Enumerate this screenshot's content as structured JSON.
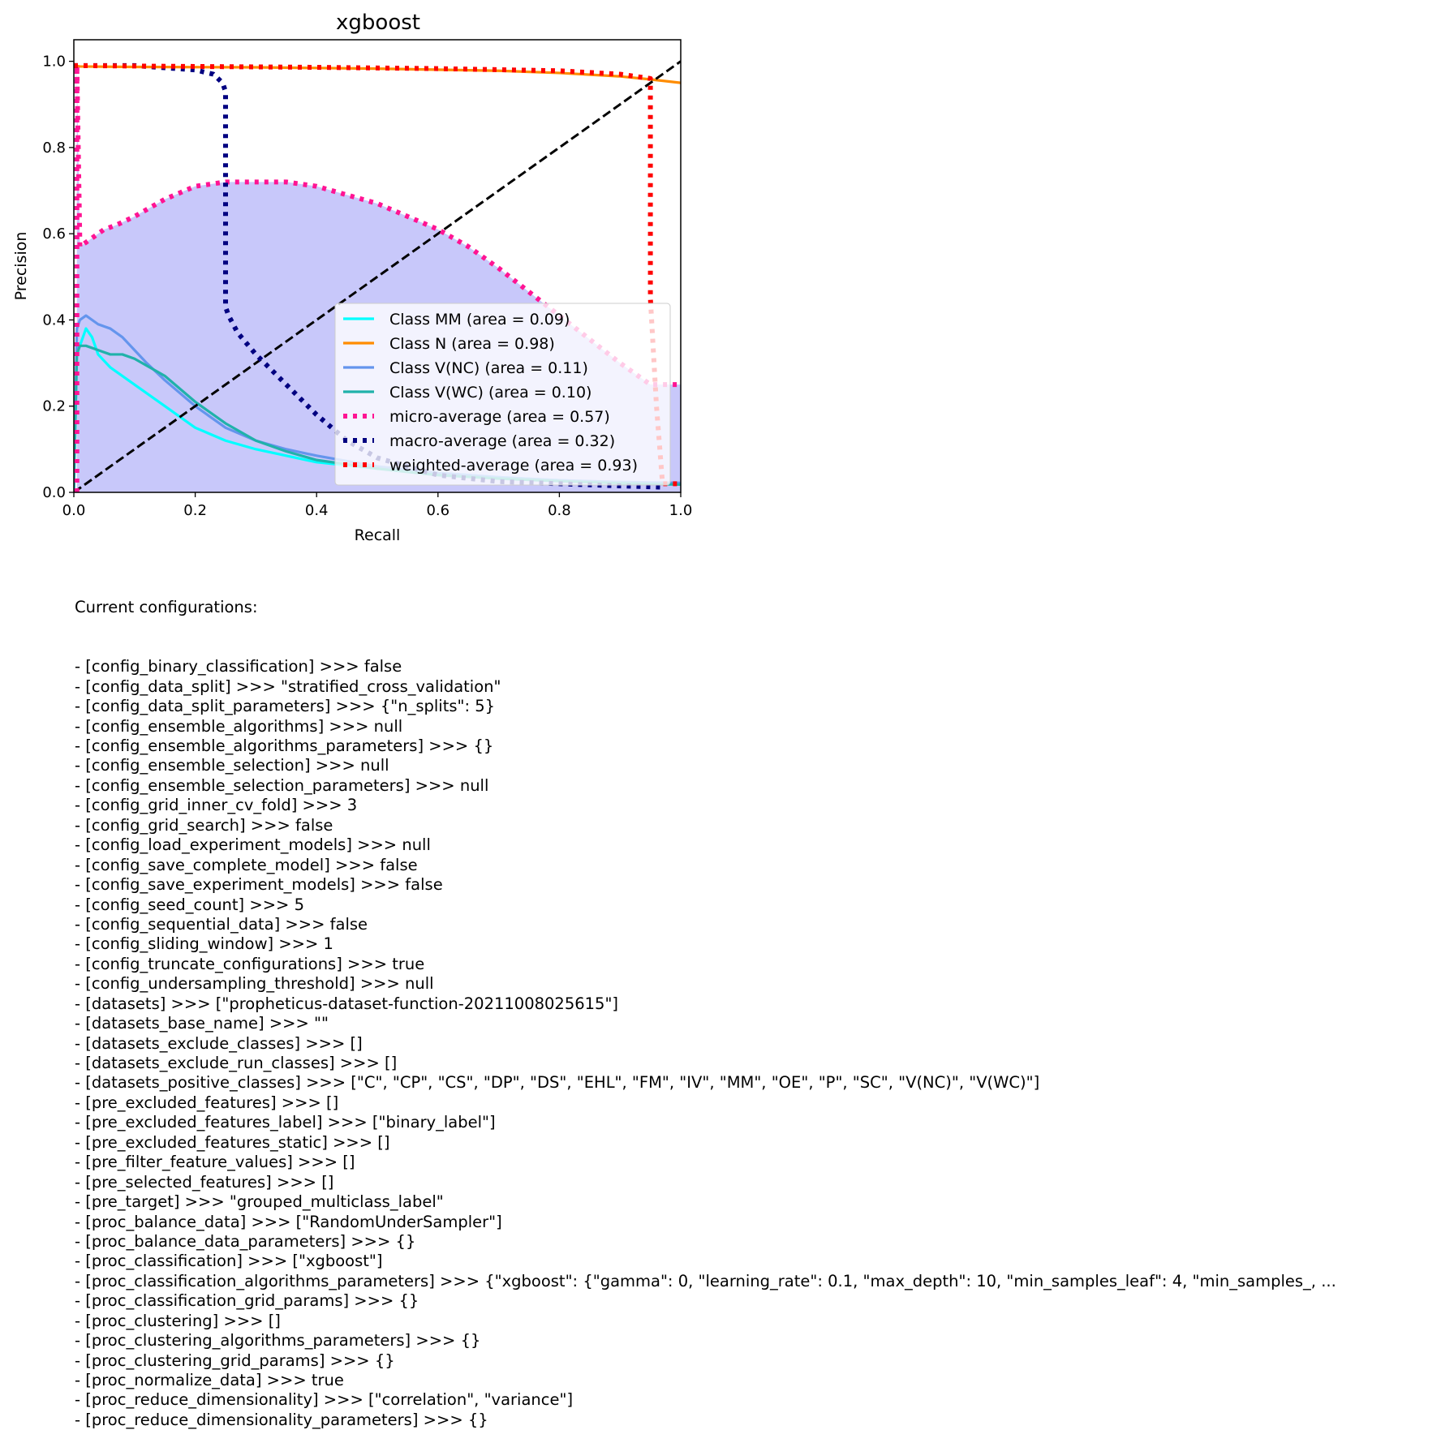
{
  "chart_data": {
    "type": "line",
    "title": "xgboost",
    "xlabel": "Recall",
    "ylabel": "Precision",
    "xlim": [
      0.0,
      1.0
    ],
    "ylim": [
      0.0,
      1.05
    ],
    "xticks": [
      "0.0",
      "0.2",
      "0.4",
      "0.6",
      "0.8",
      "1.0"
    ],
    "yticks": [
      "0.0",
      "0.2",
      "0.4",
      "0.6",
      "0.8",
      "1.0"
    ],
    "grid": false,
    "legend_position": "lower-right",
    "filled_area_color": "#c8c8fa",
    "series": [
      {
        "name": "Class MM (area = 0.09)",
        "color": "#00ffff",
        "style": "solid",
        "x": [
          0.0,
          0.005,
          0.01,
          0.02,
          0.03,
          0.04,
          0.06,
          0.1,
          0.15,
          0.2,
          0.25,
          0.3,
          0.35,
          0.4,
          0.5,
          0.6,
          0.7,
          0.8,
          0.9,
          1.0
        ],
        "y": [
          0.0,
          0.33,
          0.34,
          0.38,
          0.36,
          0.32,
          0.29,
          0.25,
          0.2,
          0.15,
          0.12,
          0.1,
          0.085,
          0.07,
          0.055,
          0.045,
          0.035,
          0.028,
          0.022,
          0.018
        ]
      },
      {
        "name": "Class N (area = 0.98)",
        "color": "#ff8c00",
        "style": "solid",
        "x": [
          0.0,
          0.01,
          0.1,
          0.3,
          0.5,
          0.7,
          0.8,
          0.9,
          0.95,
          1.0
        ],
        "y": [
          0.99,
          0.988,
          0.987,
          0.986,
          0.983,
          0.978,
          0.973,
          0.965,
          0.958,
          0.95
        ]
      },
      {
        "name": "Class V(NC) (area = 0.11)",
        "color": "#6495ed",
        "style": "solid",
        "x": [
          0.0,
          0.005,
          0.01,
          0.02,
          0.04,
          0.06,
          0.08,
          0.1,
          0.12,
          0.15,
          0.2,
          0.25,
          0.3,
          0.35,
          0.4,
          0.5,
          0.6,
          0.7,
          0.8,
          0.9,
          1.0
        ],
        "y": [
          0.0,
          0.38,
          0.4,
          0.41,
          0.39,
          0.38,
          0.36,
          0.33,
          0.3,
          0.26,
          0.2,
          0.15,
          0.12,
          0.1,
          0.085,
          0.06,
          0.045,
          0.035,
          0.028,
          0.024,
          0.022
        ]
      },
      {
        "name": "Class V(WC) (area = 0.10)",
        "color": "#20b2aa",
        "style": "solid",
        "x": [
          0.0,
          0.005,
          0.01,
          0.02,
          0.04,
          0.06,
          0.08,
          0.1,
          0.15,
          0.2,
          0.25,
          0.3,
          0.35,
          0.4,
          0.5,
          0.6,
          0.7,
          0.8,
          0.9,
          1.0
        ],
        "y": [
          0.0,
          0.32,
          0.34,
          0.34,
          0.33,
          0.32,
          0.32,
          0.31,
          0.27,
          0.21,
          0.16,
          0.12,
          0.095,
          0.075,
          0.055,
          0.04,
          0.032,
          0.026,
          0.021,
          0.018
        ]
      },
      {
        "name": "micro-average (area = 0.57)",
        "color": "#ff1493",
        "style": "dotted",
        "x": [
          0.005,
          0.005,
          0.01,
          0.02,
          0.03,
          0.05,
          0.07,
          0.1,
          0.15,
          0.2,
          0.25,
          0.3,
          0.35,
          0.4,
          0.5,
          0.6,
          0.65,
          0.7,
          0.8,
          0.9,
          0.95,
          1.0
        ],
        "y": [
          0.0,
          0.99,
          0.57,
          0.58,
          0.59,
          0.61,
          0.62,
          0.64,
          0.68,
          0.71,
          0.72,
          0.72,
          0.72,
          0.71,
          0.67,
          0.61,
          0.57,
          0.52,
          0.41,
          0.3,
          0.25,
          0.25
        ]
      },
      {
        "name": "macro-average (area = 0.32)",
        "color": "#000080",
        "style": "dotted",
        "x": [
          0.0,
          0.05,
          0.1,
          0.15,
          0.2,
          0.23,
          0.245,
          0.25,
          0.25,
          0.255,
          0.27,
          0.3,
          0.35,
          0.4,
          0.45,
          0.5,
          0.55,
          0.6,
          0.7,
          0.8,
          0.9,
          0.97
        ],
        "y": [
          0.99,
          0.99,
          0.99,
          0.985,
          0.98,
          0.97,
          0.95,
          0.93,
          0.43,
          0.41,
          0.37,
          0.32,
          0.25,
          0.18,
          0.12,
          0.08,
          0.06,
          0.04,
          0.025,
          0.02,
          0.015,
          0.012
        ]
      },
      {
        "name": "weighted-average (area = 0.93)",
        "color": "#ff0000",
        "style": "dotted",
        "x": [
          0.0,
          0.2,
          0.4,
          0.6,
          0.8,
          0.9,
          0.95,
          0.95,
          0.96,
          0.97,
          1.0
        ],
        "y": [
          0.99,
          0.988,
          0.986,
          0.983,
          0.978,
          0.97,
          0.96,
          0.45,
          0.2,
          0.02,
          0.02
        ]
      },
      {
        "name": "",
        "color": "#000000",
        "style": "dashed",
        "x": [
          0.0,
          1.0
        ],
        "y": [
          0.0,
          1.0
        ]
      }
    ]
  },
  "config": {
    "header": "Current configurations:",
    "lines": [
      "- [config_binary_classification] >>> false",
      "- [config_data_split] >>> \"stratified_cross_validation\"",
      "- [config_data_split_parameters] >>> {\"n_splits\": 5}",
      "- [config_ensemble_algorithms] >>> null",
      "- [config_ensemble_algorithms_parameters] >>> {}",
      "- [config_ensemble_selection] >>> null",
      "- [config_ensemble_selection_parameters] >>> null",
      "- [config_grid_inner_cv_fold] >>> 3",
      "- [config_grid_search] >>> false",
      "- [config_load_experiment_models] >>> null",
      "- [config_save_complete_model] >>> false",
      "- [config_save_experiment_models] >>> false",
      "- [config_seed_count] >>> 5",
      "- [config_sequential_data] >>> false",
      "- [config_sliding_window] >>> 1",
      "- [config_truncate_configurations] >>> true",
      "- [config_undersampling_threshold] >>> null",
      "- [datasets] >>> [\"propheticus-dataset-function-20211008025615\"]",
      "- [datasets_base_name] >>> \"\"",
      "- [datasets_exclude_classes] >>> []",
      "- [datasets_exclude_run_classes] >>> []",
      "- [datasets_positive_classes] >>> [\"C\", \"CP\", \"CS\", \"DP\", \"DS\", \"EHL\", \"FM\", \"IV\", \"MM\", \"OE\", \"P\", \"SC\", \"V(NC)\", \"V(WC)\"]",
      "- [pre_excluded_features] >>> []",
      "- [pre_excluded_features_label] >>> [\"binary_label\"]",
      "- [pre_excluded_features_static] >>> []",
      "- [pre_filter_feature_values] >>> []",
      "- [pre_selected_features] >>> []",
      "- [pre_target] >>> \"grouped_multiclass_label\"",
      "- [proc_balance_data] >>> [\"RandomUnderSampler\"]",
      "- [proc_balance_data_parameters] >>> {}",
      "- [proc_classification] >>> [\"xgboost\"]",
      "- [proc_classification_algorithms_parameters] >>> {\"xgboost\": {\"gamma\": 0, \"learning_rate\": 0.1, \"max_depth\": 10, \"min_samples_leaf\": 4, \"min_samples_, ...",
      "- [proc_classification_grid_params] >>> {}",
      "- [proc_clustering] >>> []",
      "- [proc_clustering_algorithms_parameters] >>> {}",
      "- [proc_clustering_grid_params] >>> {}",
      "- [proc_normalize_data] >>> true",
      "- [proc_reduce_dimensionality] >>> [\"correlation\", \"variance\"]",
      "- [proc_reduce_dimensionality_parameters] >>> {}"
    ]
  }
}
